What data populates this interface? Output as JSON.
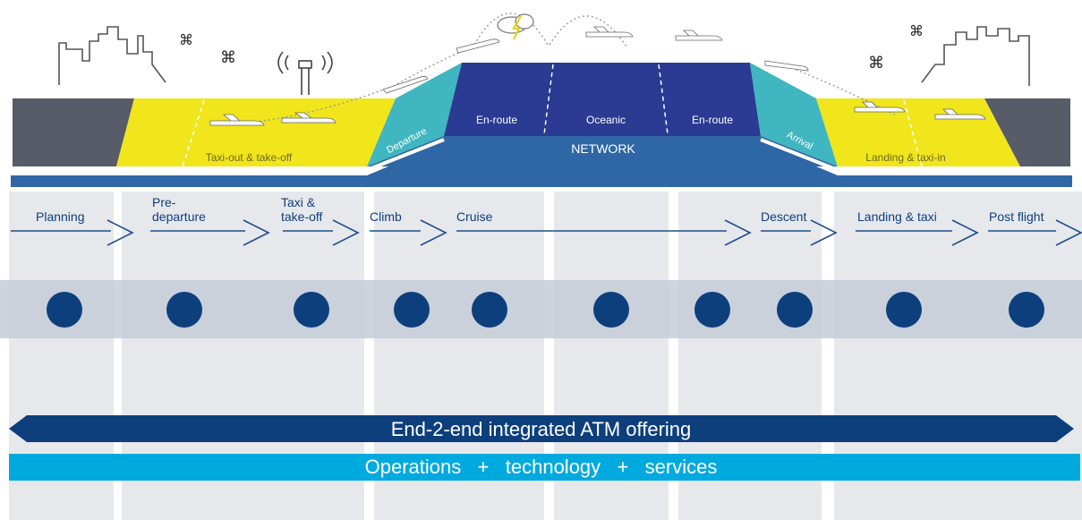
{
  "scene": {
    "segments": {
      "taxi_out": "Taxi-out & take-off",
      "departure": "Departure",
      "enroute_left": "En-route",
      "oceanic": "Oceanic",
      "enroute_right": "En-route",
      "arrival": "Arrival",
      "landing": "Landing & taxi-in",
      "network": "NETWORK"
    },
    "colors": {
      "yellow": "#f1e51b",
      "teal": "#3fb6c0",
      "navy": "#2b3a92",
      "dark_grey": "#575c68",
      "network_blue": "#2f67a6",
      "dot": "#0d3f7d",
      "banner_dark": "#0d3f7d",
      "banner_light": "#00aadf"
    }
  },
  "phases": [
    {
      "line1": "Planning",
      "line2": ""
    },
    {
      "line1": "Pre-",
      "line2": "departure"
    },
    {
      "line1": "Taxi &",
      "line2": "take-off"
    },
    {
      "line1": "Climb",
      "line2": ""
    },
    {
      "line1": "Cruise",
      "line2": ""
    },
    {
      "line1": "Descent",
      "line2": ""
    },
    {
      "line1": "Landing & taxi",
      "line2": ""
    },
    {
      "line1": "Post flight",
      "line2": ""
    }
  ],
  "banner": {
    "offering": "End-2-end integrated ATM offering",
    "pillars": "Operations   +   technology   +   services"
  }
}
